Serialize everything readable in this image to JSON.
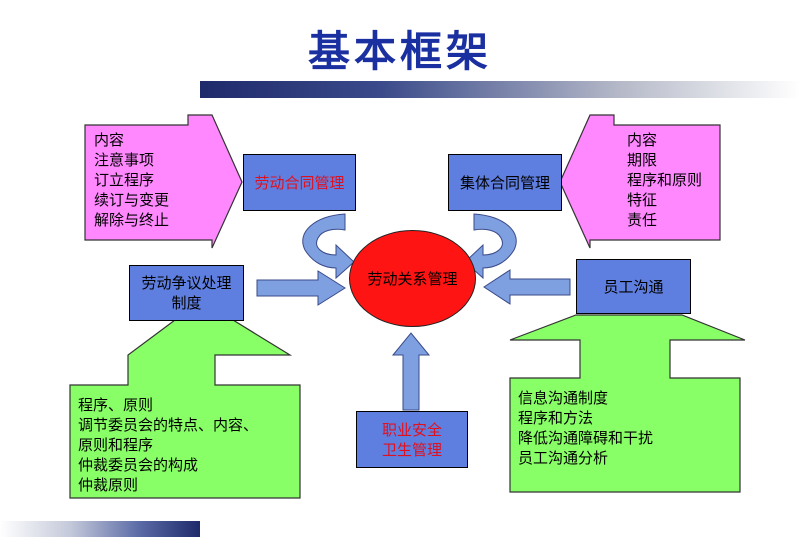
{
  "title": "基本框架",
  "center": "劳动关系管理",
  "labor_contract": {
    "label": "劳动合同管理",
    "items": [
      "内容",
      "注意事项",
      "订立程序",
      "续订与变更",
      "解除与终止"
    ]
  },
  "collective_contract": {
    "label": "集体合同管理",
    "items": [
      "内容",
      "期限",
      "程序和原则",
      "特征",
      "责任"
    ]
  },
  "dispute": {
    "label_line1": "劳动争议处理",
    "label_line2": "制度",
    "items": [
      "程序、原则",
      "调节委员会的特点、内容、",
      "原则和程序",
      "仲裁委员会的构成",
      "仲裁原则"
    ]
  },
  "communication": {
    "label": "员工沟通",
    "items": [
      "信息沟通制度",
      "程序和方法",
      "降低沟通障碍和干扰",
      "员工沟通分析"
    ]
  },
  "safety": {
    "label_line1": "职业安全",
    "label_line2": "卫生管理"
  },
  "colors": {
    "title": "#1a2fa0",
    "box_blue": "#5f7fe0",
    "box_pink": "#ff88ff",
    "box_green": "#88ff66",
    "arrow_blue": "#7fa0e0",
    "center_red": "#ff1414",
    "highlight_red": "#e0101e"
  }
}
